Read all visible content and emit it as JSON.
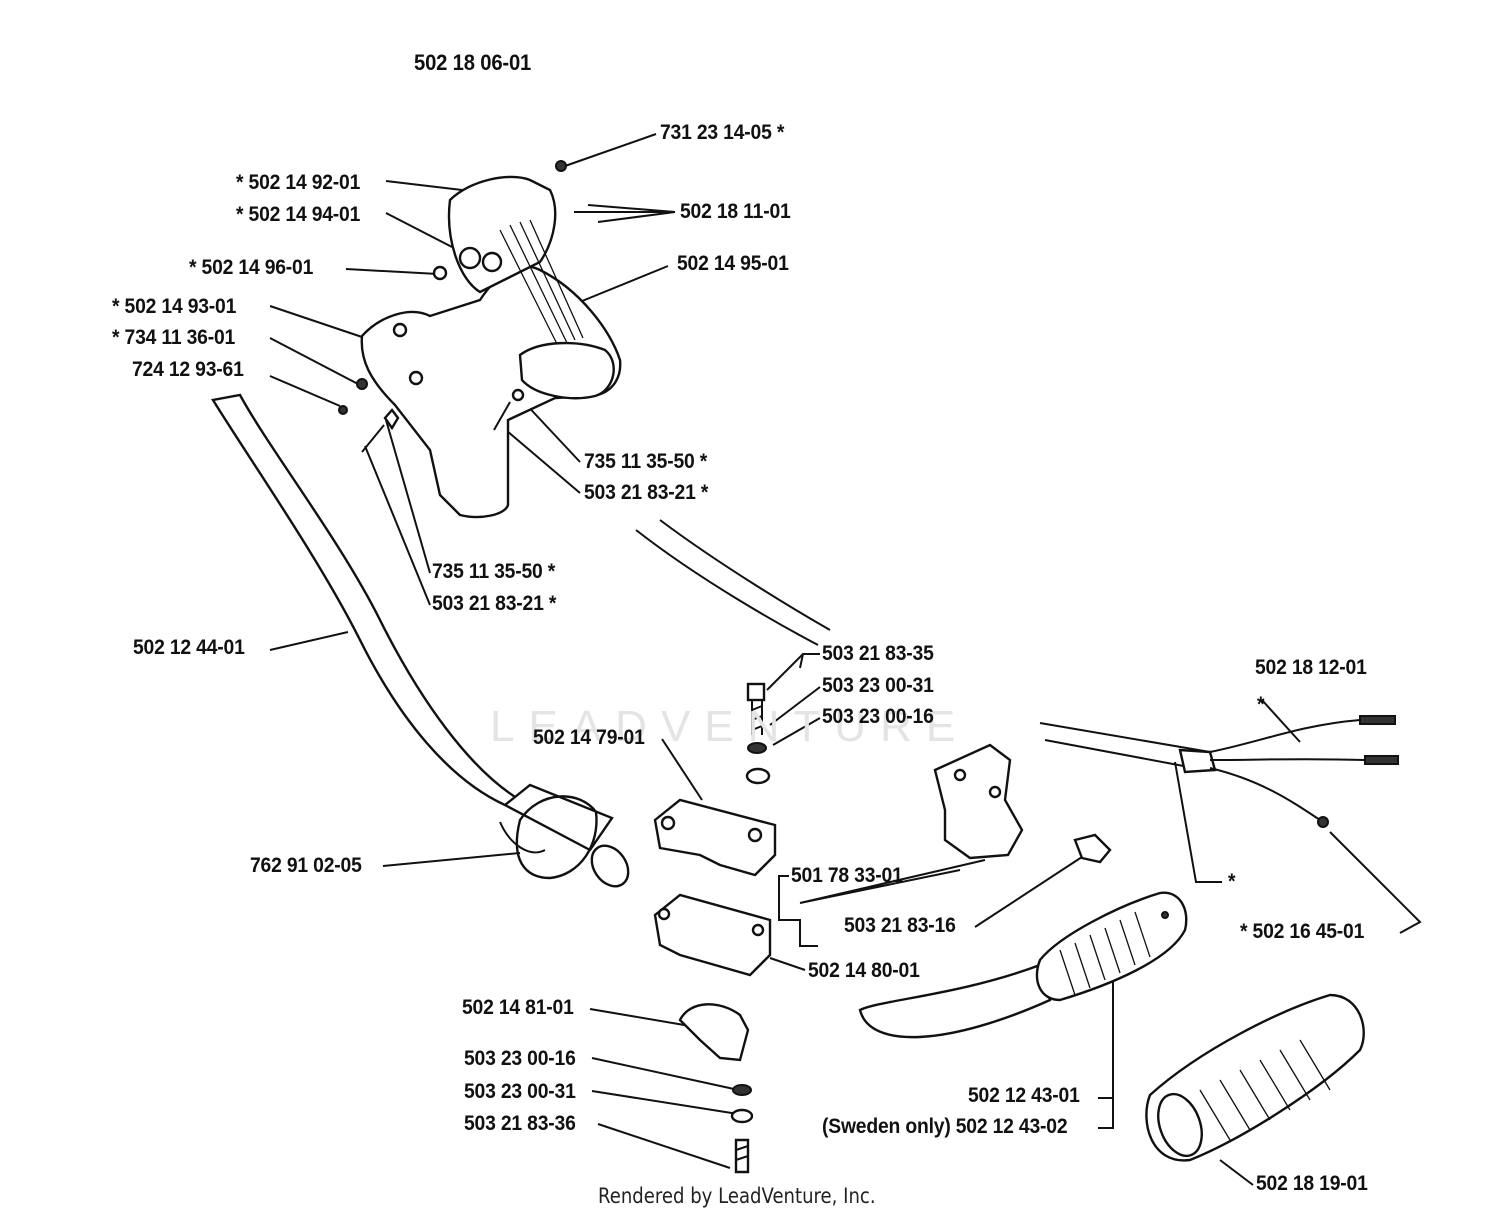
{
  "title": "502 18 06-01",
  "footer": "Rendered by LeadVenture, Inc.",
  "watermark": "LEADVENTURE",
  "labels": {
    "p731_23_14_05": "731 23 14-05  *",
    "p502_14_92_01": "*  502 14 92-01",
    "p502_14_94_01": "*  502 14 94-01",
    "p502_18_11_01": "502 18 11-01",
    "p502_14_96_01": "*  502 14 96-01",
    "p502_14_95_01": "502 14 95-01",
    "p502_14_93_01": "*  502 14 93-01",
    "p734_11_36_01": "*  734 11 36-01",
    "p724_12_93_61": "724 12 93-61",
    "p735_11_35_50_a": "735 11 35-50  *",
    "p503_21_83_21_a": "503 21 83-21  *",
    "p735_11_35_50_b": "735 11 35-50  *",
    "p503_21_83_21_b": "503 21 83-21  *",
    "p502_12_44_01": "502 12 44-01",
    "p503_21_83_35": "503 21 83-35",
    "p503_23_00_31_a": "503 23 00-31",
    "p503_23_00_16_a": "503 23 00-16",
    "p502_14_79_01": "502 14 79-01",
    "p502_18_12_01": "502 18 12-01",
    "star_a": "*",
    "p762_91_02_05": "762 91 02-05",
    "p501_78_33_01": "501 78 33-01",
    "p503_21_83_16": "503 21 83-16",
    "star_b": "*",
    "p502_16_45_01": "*   502 16 45-01",
    "p502_14_80_01": "502 14 80-01",
    "p502_14_81_01": "502 14 81-01",
    "p503_23_00_16_b": "503 23 00-16",
    "p503_23_00_31_b": "503 23 00-31",
    "p503_21_83_36": "503 21 83-36",
    "p502_12_43_01": "502 12 43-01",
    "p502_12_43_02": "(Sweden only) 502 12 43-02",
    "p502_18_19_01": "502 18 19-01"
  }
}
